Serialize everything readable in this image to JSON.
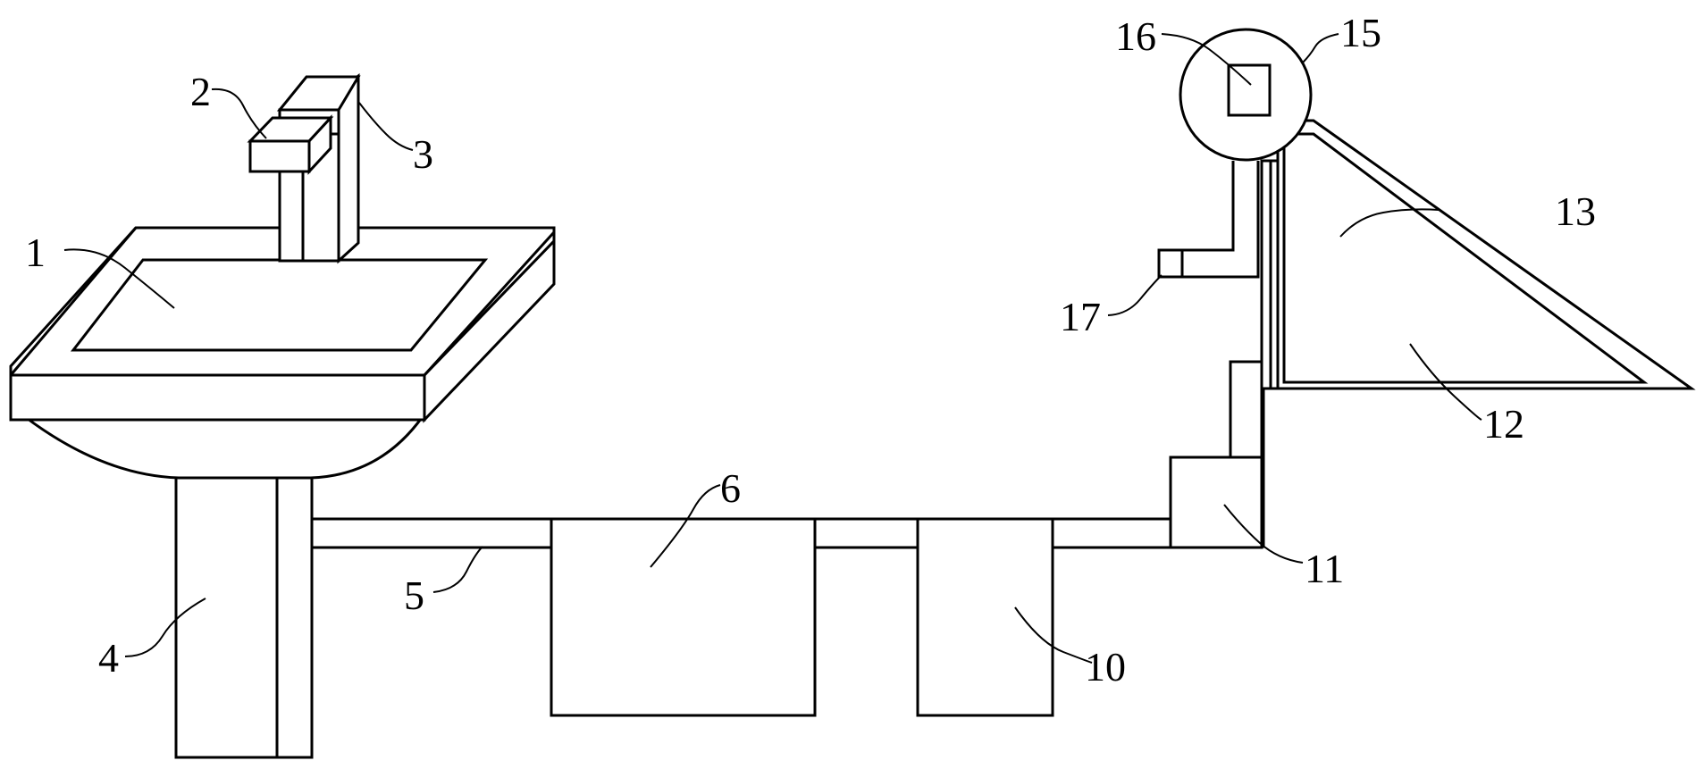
{
  "diagram": {
    "labels": {
      "l1": "1",
      "l2": "2",
      "l3": "3",
      "l4": "4",
      "l5": "5",
      "l6": "6",
      "l10": "10",
      "l11": "11",
      "l12": "12",
      "l13": "13",
      "l15": "15",
      "l16": "16",
      "l17": "17"
    },
    "colors": {
      "stroke": "#000000",
      "background": "#ffffff"
    }
  }
}
